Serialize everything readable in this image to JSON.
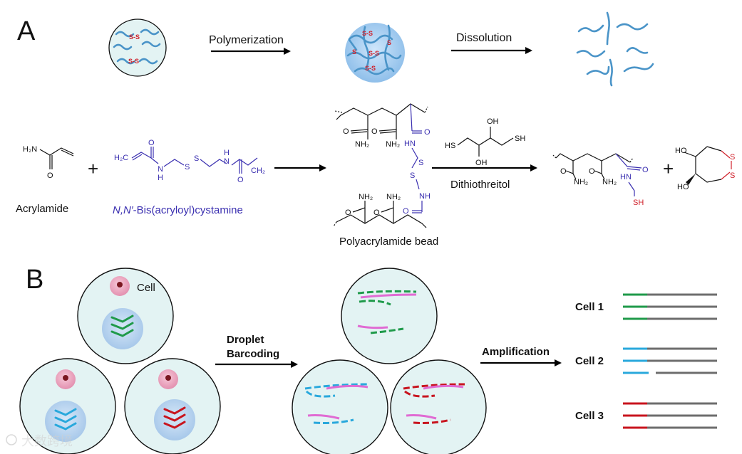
{
  "panel_a": {
    "letter": "A",
    "step1": "Polymerization",
    "step2": "Dissolution",
    "ss": "S-S",
    "acrylamide": "Acrylamide",
    "bis_prefix": "N,N′",
    "bis_rest": "-Bis(acryloyl)cystamine",
    "bead": "Polyacrylamide bead",
    "reagent": "Dithiothreitol",
    "plus": "+",
    "atoms": {
      "h2n": "H₂N",
      "o": "O",
      "h": "H",
      "n": "N",
      "s": "S",
      "nh": "NH",
      "hn": "HN",
      "nh2": "NH₂",
      "sh": "SH",
      "hs": "HS",
      "oh": "OH",
      "ho": "HO",
      "ch2": "CH₂",
      "h2c": "H₂C"
    }
  },
  "panel_b": {
    "letter": "B",
    "cell_label": "Cell",
    "step1_line1": "Droplet",
    "step1_line2": "Barcoding",
    "step2": "Amplification",
    "groups": [
      {
        "label": "Cell 1",
        "color": "#1f9a4a"
      },
      {
        "label": "Cell 2",
        "color": "#29a8dc"
      },
      {
        "label": "Cell 3",
        "color": "#c8141e"
      }
    ],
    "read_color": "#6d6d6d",
    "pink": "#e06bd3"
  },
  "watermark": "大数跨境"
}
